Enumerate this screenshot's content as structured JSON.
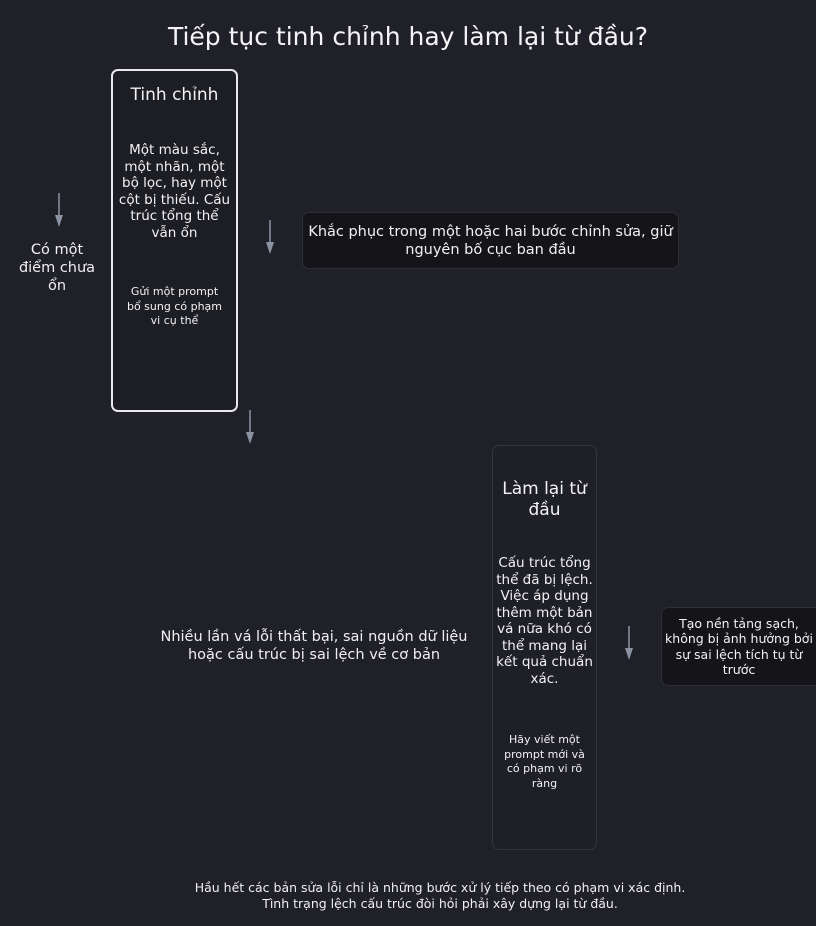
{
  "title": "Tiếp tục tinh chỉnh hay làm lại từ đầu?",
  "refine": {
    "title": "Tinh chỉnh",
    "description": "Một màu sắc, một nhãn, một bộ lọc, hay một cột bị thiếu. Cấu trúc tổng thể vẫn ổn",
    "action": "Gửi một prompt bổ sung có phạm vi cụ thể",
    "condition": "Có một điểm chưa ổn",
    "outcome": "Khắc phục trong một hoặc hai bước chỉnh sửa, giữ nguyên bố cục ban đầu"
  },
  "restart": {
    "title": "Làm lại từ đầu",
    "description": "Cấu trúc tổng thể đã bị lệch. Việc áp dụng thêm một bản vá nữa khó có thể mang lại kết quả chuẩn xác.",
    "action": "Hãy viết một prompt mới và có phạm vi rõ ràng",
    "condition": "Nhiều lần vá lỗi thất bại, sai nguồn dữ liệu hoặc cấu trúc bị sai lệch về cơ bản",
    "outcome": "Tạo nền tảng sạch, không bị ảnh hưởng bởi sự sai lệch tích tụ từ trước"
  },
  "footer": {
    "line1": "Hầu hết các bản sửa lỗi chỉ là những bước xử lý tiếp theo có phạm vi xác định.",
    "line2": "Tình trạng lệch cấu trúc đòi hỏi phải xây dựng lại từ đầu."
  },
  "colors": {
    "background": "#202128",
    "card_border": "#e8e8ec",
    "box_fill": "#151519",
    "arrow": "#8b93a3",
    "text": "#f2f2f4"
  }
}
